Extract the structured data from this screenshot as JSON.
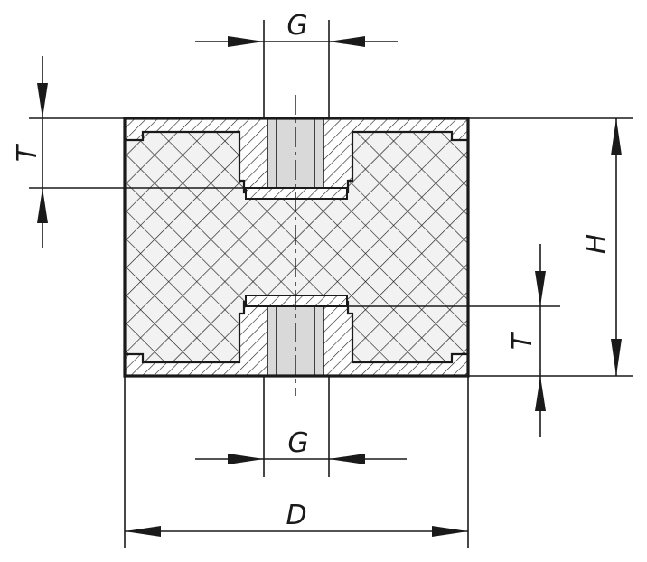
{
  "labels": {
    "thread_top": "G",
    "thread_bottom": "G",
    "depth_top": "T",
    "depth_bottom": "T",
    "height": "H",
    "diameter": "D"
  },
  "colors": {
    "ink": "#1a1a1a",
    "rubber": "#f2f2f2",
    "metal": "#d9d9d9",
    "background": "#ffffff"
  }
}
